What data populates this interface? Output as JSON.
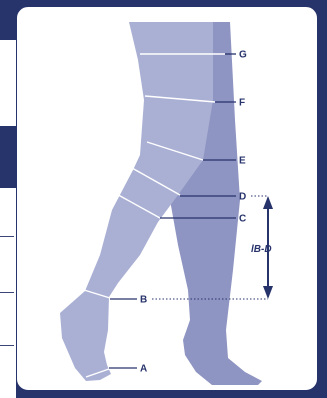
{
  "colors": {
    "frame": "#27336b",
    "leg_front": "#aab0d4",
    "leg_back": "#8f95c2",
    "line_white": "#ffffff",
    "label": "#27336b"
  },
  "labels": {
    "g": "G",
    "f": "F",
    "e": "E",
    "d": "D",
    "c": "C",
    "b": "B",
    "a": "A",
    "length": "lB-D"
  }
}
